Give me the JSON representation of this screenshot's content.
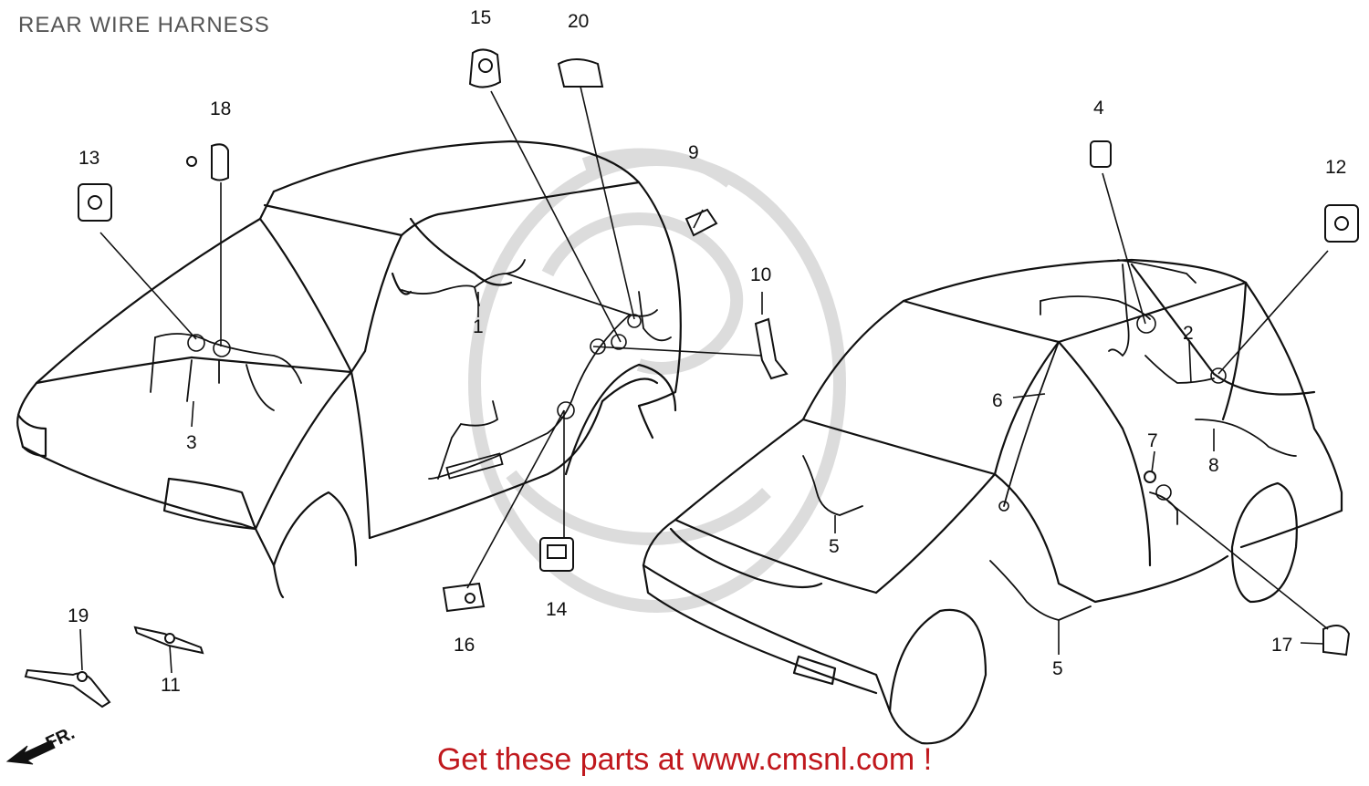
{
  "title": "REAR WIRE HARNESS",
  "callouts": {
    "n1": "1",
    "n2": "2",
    "n3": "3",
    "n4": "4",
    "n5a": "5",
    "n5b": "5",
    "n6": "6",
    "n7": "7",
    "n8": "8",
    "n9": "9",
    "n10": "10",
    "n11": "11",
    "n12": "12",
    "n13": "13",
    "n14": "14",
    "n15": "15",
    "n16": "16",
    "n17": "17",
    "n18": "18",
    "n19": "19",
    "n20": "20"
  },
  "direction_label": "FR.",
  "cta": {
    "text": "Get these parts at www.cmsnl.com !"
  },
  "colors": {
    "title": "#555555",
    "line_art": "#111111",
    "watermark": "#d9d9d9",
    "cta": "#c0181d"
  }
}
